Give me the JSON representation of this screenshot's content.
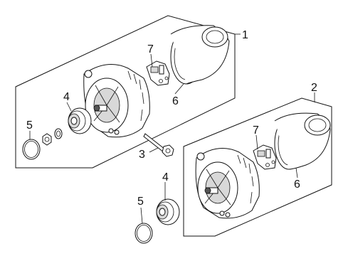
{
  "callouts": {
    "assembly_upper": "1",
    "assembly_lower": "2",
    "bolt": "3",
    "pulley_upper": "4",
    "pulley_lower": "4",
    "ring_upper": "5",
    "ring_lower": "5",
    "cover_upper": "6",
    "cover_lower": "6",
    "regulator_upper": "7",
    "regulator_lower": "7"
  }
}
